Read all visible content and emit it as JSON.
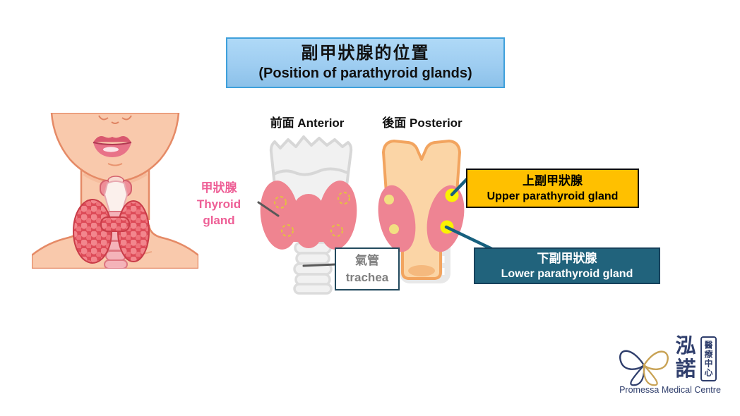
{
  "title": {
    "line1": "副甲狀腺的位置",
    "line2": "(Position of parathyroid glands)"
  },
  "views": {
    "anterior_label": "前面 Anterior",
    "posterior_label": "後面 Posterior"
  },
  "labels": {
    "thyroid": {
      "zh": "甲狀腺",
      "en1": "Thyroid",
      "en2": "gland"
    },
    "trachea": {
      "zh": "氣管",
      "en": "trachea"
    },
    "upper_parathyroid": {
      "zh": "上副甲狀腺",
      "en": "Upper parathyroid gland"
    },
    "lower_parathyroid": {
      "zh": "下副甲狀腺",
      "en": "Lower parathyroid gland"
    }
  },
  "logo": {
    "zh_char1": "泓",
    "zh_char2": "諾",
    "seal": "醫療中心",
    "en_name": "Promessa Medical Centre"
  },
  "colors": {
    "title_bg_top": "#AFD9F7",
    "title_bg_bottom": "#8CC1E9",
    "title_border": "#3FA0DB",
    "upper_box_bg": "#FFC000",
    "upper_box_border": "#0D0D0D",
    "lower_box_bg": "#21637C",
    "lower_box_border": "#17425C",
    "thyroid_label_pink": "#EE5F96",
    "trachea_box_border": "#234A5E",
    "trachea_text_gray": "#7F7F7F",
    "leader_teal": "#17607E",
    "leader_gray": "#595959",
    "logo_navy": "#2F3E6C",
    "logo_gold": "#C8A254"
  }
}
